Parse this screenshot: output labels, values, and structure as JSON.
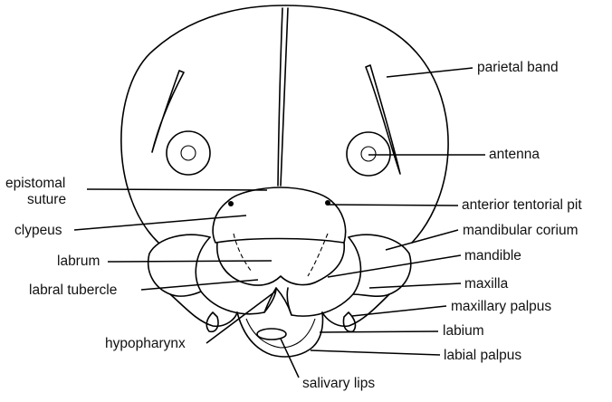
{
  "labels": {
    "parietal_band": "parietal band",
    "antenna": "antenna",
    "epistomal_suture_line1": "epistomal",
    "epistomal_suture_line2": "suture",
    "anterior_tentorial_pit": "anterior tentorial pit",
    "clypeus": "clypeus",
    "mandibular_corium": "mandibular corium",
    "labrum": "labrum",
    "mandible": "mandible",
    "maxilla": "maxilla",
    "labral_tubercle": "labral tubercle",
    "maxillary_palpus": "maxillary palpus",
    "labium": "labium",
    "hypopharynx": "hypopharynx",
    "labial_palpus": "labial palpus",
    "salivary_lips": "salivary lips"
  }
}
